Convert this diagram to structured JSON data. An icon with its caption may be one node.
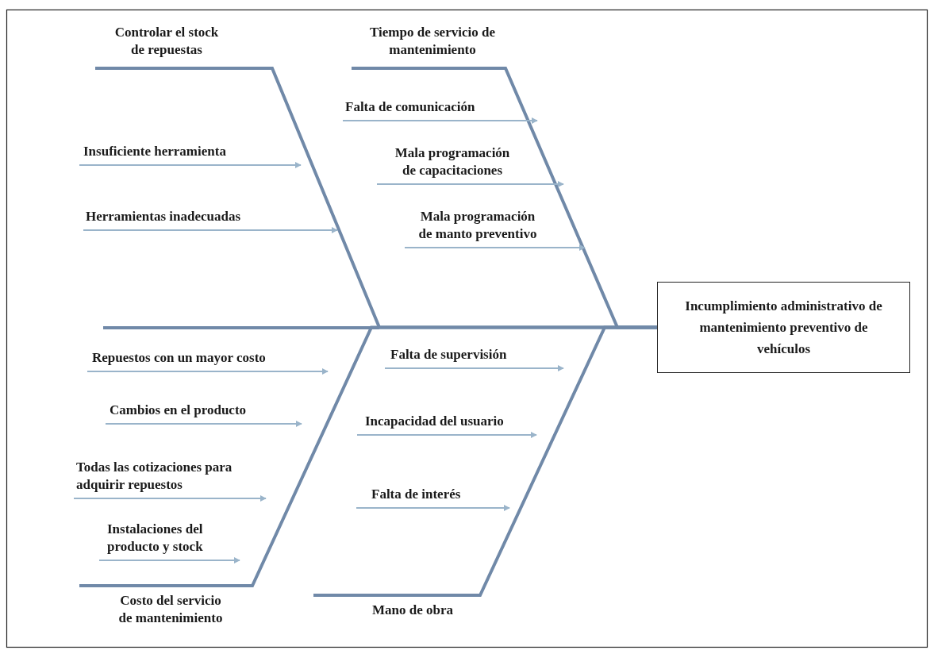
{
  "diagram": {
    "nodes": [
      {
        "text": [
          "Controlar el stock de repuestas"
        ]
      },
      {
        "text": [
          "Tiempo de servicio de mantenimiento"
        ]
      },
      {
        "text": [
          "Insuficiente herramienta"
        ]
      },
      {
        "text": [
          "Falta de comunicación"
        ]
      },
      {
        "text": [
          "Mala programación de capacitaciones"
        ]
      },
      {
        "text": [
          "Herramientas inadecuadas"
        ]
      },
      {
        "text": [
          "Mala programación de manto preventivo"
        ]
      },
      {
        "text": [
          "Incumplimiento administrativo de mantenimiento preventivo de vehículos"
        ]
      },
      {
        "text": [
          "Repuestos con un mayor costo"
        ]
      },
      {
        "text": [
          "Falta de supervisión"
        ]
      },
      {
        "text": [
          "Cambios en el producto"
        ]
      },
      {
        "text": [
          "Incapacidad del usuario"
        ]
      },
      {
        "text": [
          "Todas las cotizaciones para adquirir repuestos"
        ]
      },
      {
        "text": [
          "Falta de interés"
        ]
      },
      {
        "text": [
          "Instalaciones del producto y stock"
        ]
      },
      {
        "text": [
          "Costo del servicio de mantenimiento"
        ]
      },
      {
        "text": [
          "Mano de obra"
        ]
      }
    ],
    "edges": [
      {
        "from": 0,
        "to": 7,
        "arrow": "none",
        "style": "thick",
        "color": "#7089a8"
      },
      {
        "from": 1,
        "to": 7,
        "arrow": "none",
        "style": "thick",
        "color": "#7089a8"
      },
      {
        "from": 15,
        "to": 7,
        "arrow": "none",
        "style": "thick",
        "color": "#7089a8"
      },
      {
        "from": 16,
        "to": 7,
        "arrow": "none",
        "style": "thick",
        "color": "#7089a8"
      },
      {
        "from": 2,
        "to": null,
        "arrow": "to"
      },
      {
        "from": 3,
        "to": null,
        "arrow": "to"
      },
      {
        "from": 4,
        "to": null,
        "arrow": "to"
      },
      {
        "from": 5,
        "to": null,
        "arrow": "to"
      },
      {
        "from": 6,
        "to": null,
        "arrow": "to"
      },
      {
        "from": 8,
        "to": null,
        "arrow": "to"
      },
      {
        "from": 9,
        "to": null,
        "arrow": "to"
      },
      {
        "from": 10,
        "to": null,
        "arrow": "to"
      },
      {
        "from": 11,
        "to": null,
        "arrow": "to"
      },
      {
        "from": 12,
        "to": null,
        "arrow": "to"
      },
      {
        "from": 13,
        "to": null,
        "arrow": "to"
      },
      {
        "from": 14,
        "to": null,
        "arrow": "to"
      }
    ]
  }
}
